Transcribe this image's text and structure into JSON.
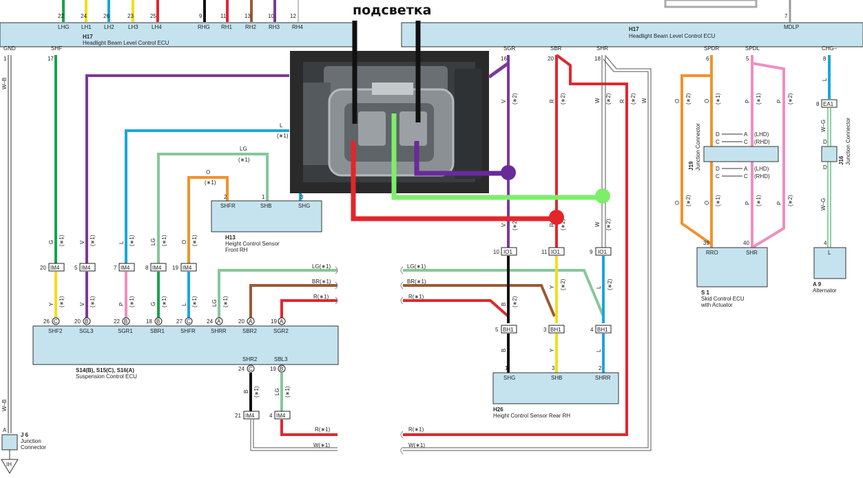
{
  "title": "подсветка",
  "colors": {
    "ecu_fill": "#c5e3ef",
    "green": "#1aa34a",
    "violet": "#7a3a9a",
    "blue": "#1aa6e0",
    "light_green": "#86c79a",
    "orange": "#f0932b",
    "yellow": "#f3dd1c",
    "pink": "#ee8fc0",
    "brown": "#9a5a36",
    "red": "#e3262b",
    "black": "#111111",
    "white": "#ffffff",
    "overlay_violet": "#6a2a9a",
    "overlay_green": "#7dee6a"
  },
  "top_pins": [
    {
      "num": "22",
      "name": "LHG"
    },
    {
      "num": "24",
      "name": "LH1"
    },
    {
      "num": "26",
      "name": "LH2"
    },
    {
      "num": "23",
      "name": "LH3"
    },
    {
      "num": "25",
      "name": "LH4"
    },
    {
      "num": "9",
      "name": "RHG"
    },
    {
      "num": "11",
      "name": "RH1"
    },
    {
      "num": "13",
      "name": "RH2"
    },
    {
      "num": "10",
      "name": "RH3"
    },
    {
      "num": "12",
      "name": "RH4"
    }
  ],
  "h17_left": {
    "id": "H17",
    "name": "Headlight Beam Level Control ECU"
  },
  "h17_right": {
    "id": "H17",
    "name": "Headlight Beam Level Control ECU",
    "pin": "7",
    "pin_name": "MDLP"
  },
  "h17_bottom_pins": [
    {
      "name": "GND",
      "num": "1",
      "wire": "W–B"
    },
    {
      "name": "SHF",
      "num": "17",
      "wire": "G"
    },
    {
      "name": "SGR",
      "num": "16",
      "wire": "V"
    },
    {
      "name": "SBR",
      "num": "20",
      "wire": "R"
    },
    {
      "name": "SHR",
      "num": "18",
      "wire": "W"
    },
    {
      "name": "SPDR",
      "num": "6",
      "wire": "O"
    },
    {
      "name": "SPDL",
      "num": "5",
      "wire": "P"
    },
    {
      "name": "CHG–",
      "num": "8",
      "wire": "L"
    }
  ],
  "star1": "(∗1)",
  "star2": "(∗2)",
  "h13": {
    "id": "H13",
    "name": "Height Control Sensor",
    "sub": "Front RH",
    "pins": [
      {
        "num": "2",
        "name": "SHFR"
      },
      {
        "num": "1",
        "name": "SHB"
      },
      {
        "num": "3",
        "name": "SHG"
      }
    ],
    "wires": {
      "lg": "LG",
      "o": "O",
      "l": "L"
    }
  },
  "im4_left": [
    {
      "num": "20",
      "top": "G",
      "bottom": "Y"
    },
    {
      "num": "5",
      "top": "V",
      "bottom": "V"
    },
    {
      "num": "7",
      "top": "L",
      "bottom": "P"
    },
    {
      "num": "8",
      "top": "LG",
      "bottom": "G"
    },
    {
      "num": "19",
      "top": "O",
      "bottom": "L"
    }
  ],
  "im4_label": "IM4",
  "suspension": {
    "id": "S14(B), S15(C), S16(A)",
    "name": "Suspension Control ECU",
    "pins": [
      {
        "num": "26",
        "conn": "C",
        "name": "SHF2"
      },
      {
        "num": "20",
        "conn": "B",
        "name": "SGL3"
      },
      {
        "num": "22",
        "conn": "B",
        "name": "SGR1"
      },
      {
        "num": "18",
        "conn": "B",
        "name": "SBR1"
      },
      {
        "num": "27",
        "conn": "C",
        "name": "SHFR"
      },
      {
        "num": "24",
        "conn": "A",
        "name": "SHRR"
      },
      {
        "num": "20",
        "conn": "A",
        "name": "SBR2"
      },
      {
        "num": "19",
        "conn": "A",
        "name": "SGR2"
      }
    ],
    "bottom_pins": [
      {
        "num": "24",
        "conn": "C",
        "name": "SHR2",
        "wire": "B",
        "im4": "21"
      },
      {
        "num": "19",
        "conn": "B",
        "name": "SBL3",
        "wire": "LG",
        "im4": "4"
      }
    ],
    "extra_wires": {
      "lg": "LG",
      "lg_bottom": "LG"
    }
  },
  "cross_labels": {
    "lg": "LG(∗1)",
    "br": "BR(∗1)",
    "r": "R(∗1)",
    "w": "W(∗1)"
  },
  "io1": [
    {
      "num": "10",
      "label": "IO1",
      "top": "V",
      "bottom": "B"
    },
    {
      "num": "11",
      "label": "IO1",
      "top": "R",
      "bottom": "Y"
    },
    {
      "num": "9",
      "label": "IO1",
      "top": "W",
      "bottom": "L"
    }
  ],
  "bh1": [
    {
      "num": "5",
      "label": "BH1",
      "wire": "B"
    },
    {
      "num": "3",
      "label": "BH1",
      "wire": "Y"
    },
    {
      "num": "4",
      "label": "BH1",
      "wire": "L"
    }
  ],
  "h26": {
    "id": "H26",
    "name": "Height Control Sensor Rear RH",
    "pins": [
      {
        "num": "1",
        "name": "SHG"
      },
      {
        "num": "3",
        "name": "SHB"
      },
      {
        "num": "2",
        "name": "SHRR"
      }
    ]
  },
  "right_wires": {
    "r": "R",
    "w": "W"
  },
  "j19": {
    "id": "J19",
    "name": "Junction Connector",
    "rows_top": [
      {
        "a": "D",
        "b": "A",
        "note": "(LHD)"
      },
      {
        "a": "C",
        "b": "C",
        "note": "(RHD)"
      }
    ],
    "rows_bottom": [
      {
        "a": "D",
        "b": "A",
        "note": "(LHD)"
      },
      {
        "a": "C",
        "b": "C",
        "note": "(RHD)"
      }
    ]
  },
  "s1": {
    "id": "S 1",
    "name": "Skid Control ECU",
    "sub": "with Actuator",
    "pins": [
      {
        "num": "39",
        "name": "RRO"
      },
      {
        "num": "40",
        "name": "SHR"
      }
    ]
  },
  "ea1": {
    "num": "8",
    "label": "EA1"
  },
  "j16": {
    "id": "J16",
    "name": "Junction Connector",
    "pin_top": "D",
    "pin_bottom": "D",
    "wire": "W–G"
  },
  "a9": {
    "id": "A 9",
    "name": "Alternator",
    "pin": "4",
    "pin_name": "L"
  },
  "j6": {
    "id": "J 6",
    "name": "Junction",
    "sub": "Connector",
    "pin": "A",
    "wire": "W–B"
  },
  "ih": "IH"
}
